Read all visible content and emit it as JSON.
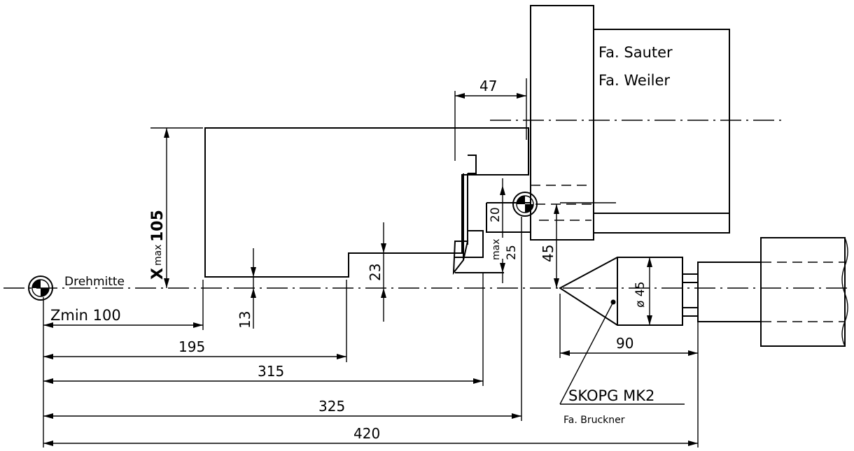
{
  "labels": {
    "company_sauter": "Fa. Sauter",
    "company_weiler": "Fa. Weiler",
    "turning_center": "Drehmitte",
    "x_max_x": "X",
    "x_max_sub": "max",
    "x_max_val": "105",
    "z_min": "Zmin 100",
    "product": "SKOPG MK2",
    "company_bruckner": "Fa. Bruckner",
    "max": "max",
    "diameter": "ø 45"
  },
  "dimensions": {
    "d47": "47",
    "d20": "20",
    "d25": "25",
    "d45": "45",
    "d23": "23",
    "d13": "13",
    "d90": "90",
    "d195": "195",
    "d315": "315",
    "d325": "325",
    "d420": "420"
  }
}
